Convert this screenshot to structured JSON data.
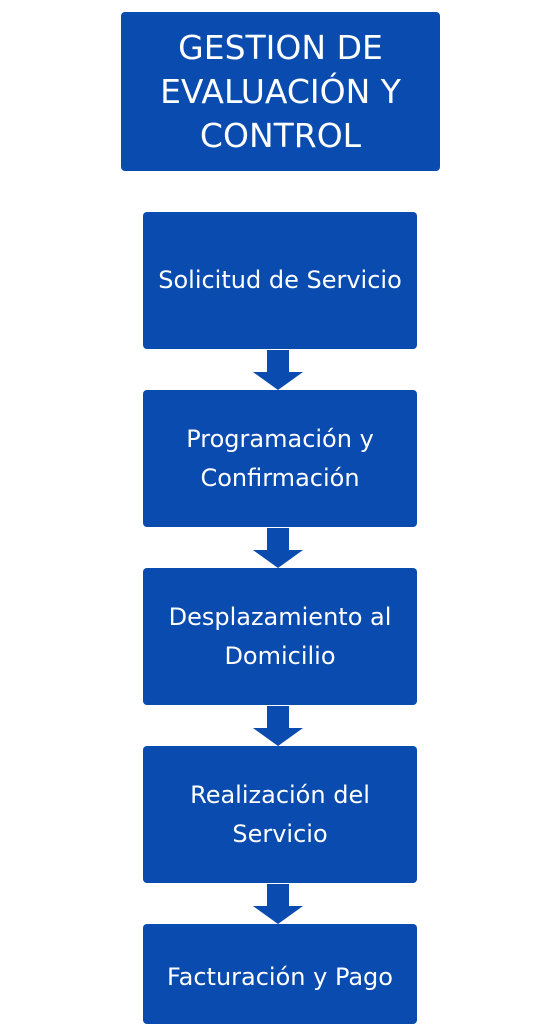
{
  "title": {
    "line1": "GESTION DE",
    "line2": "EVALUACIÓN Y",
    "line3": "CONTROL"
  },
  "steps": [
    {
      "line1": "Solicitud de Servicio",
      "line2": ""
    },
    {
      "line1": "Programación y",
      "line2": "Confirmación"
    },
    {
      "line1": "Desplazamiento al",
      "line2": "Domicilio"
    },
    {
      "line1": "Realización del",
      "line2": "Servicio"
    },
    {
      "line1": "Facturación y Pago",
      "line2": ""
    }
  ],
  "colors": {
    "box_fill": "#0a4bb0",
    "text": "#ffffff",
    "background": "#ffffff"
  },
  "icons": {
    "connector": "down-arrow-icon"
  }
}
